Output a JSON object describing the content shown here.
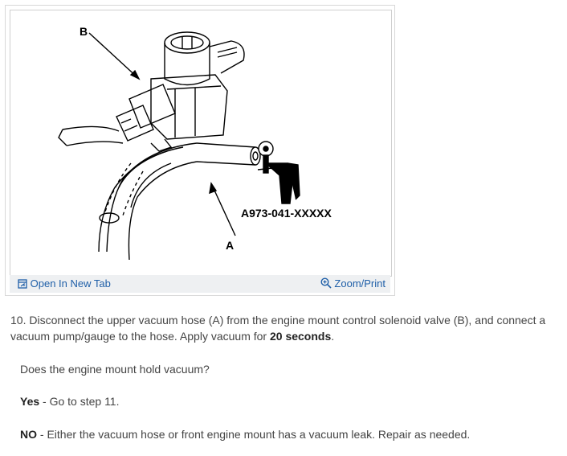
{
  "figure": {
    "callout_b": "B",
    "callout_a": "A",
    "part_number": "A973-041-XXXXX",
    "open_in_new_tab": "Open In New Tab",
    "zoom_print": "Zoom/Print"
  },
  "instructions": {
    "step_text": "10. Disconnect the upper vacuum hose (A) from the engine mount control solenoid valve (B), and connect a vacuum pump/gauge to the hose. Apply vacuum for ",
    "step_emph": "20 seconds",
    "step_end": ".",
    "question": "Does the engine mount hold vacuum?",
    "yes_label": "Yes",
    "yes_text": " - Go to step 11.",
    "no_label": "NO",
    "no_text": " - Either the vacuum hose or front engine mount has a vacuum leak. Repair as needed."
  }
}
